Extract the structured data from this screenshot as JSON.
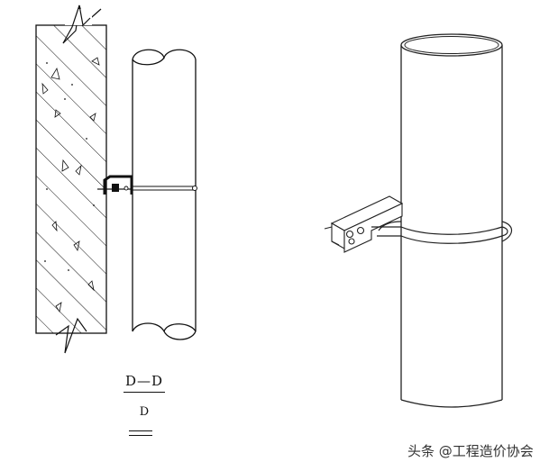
{
  "section": {
    "title": "D—D",
    "subtitle": "D"
  },
  "watermark": "头条 @工程造价协会",
  "colors": {
    "line": "#111111",
    "hatch": "#111111",
    "paper": "#ffffff"
  }
}
